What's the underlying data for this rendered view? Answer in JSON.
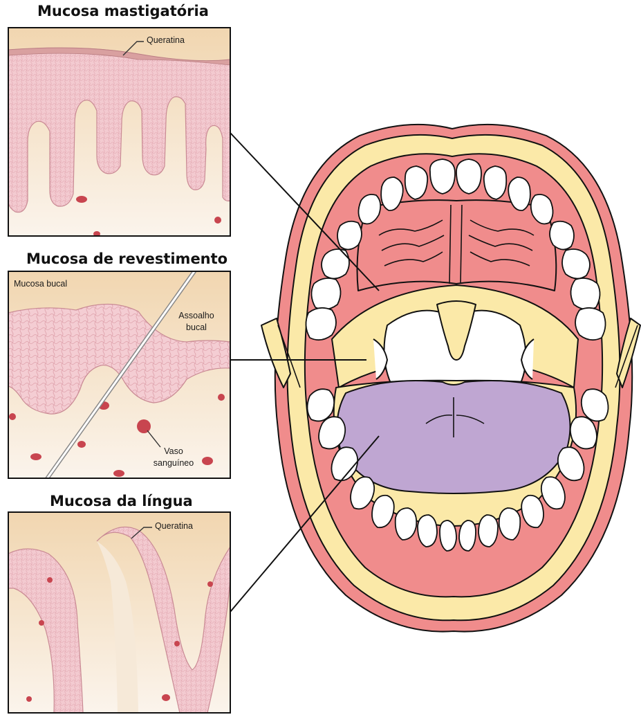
{
  "panels": {
    "masticatory": {
      "title": "Mucosa mastigatória",
      "label": "Queratina"
    },
    "lining": {
      "title": "Mucosa de revestimento",
      "label_buccal": "Mucosa bucal",
      "label_floor_1": "Assoalho",
      "label_floor_2": "bucal",
      "label_vessel_1": "Vaso",
      "label_vessel_2": "sanguíneo"
    },
    "tongue": {
      "title": "Mucosa da língua",
      "label": "Queratina"
    }
  },
  "colors": {
    "mucosa": "#f08c8c",
    "skin": "#fbe9a8",
    "tongue": "#bfa6d2",
    "epithelium": "#f2c9cf",
    "connective": "#f6e9d8",
    "vessel": "#c8454f",
    "keratin": "#d9a0a0"
  }
}
